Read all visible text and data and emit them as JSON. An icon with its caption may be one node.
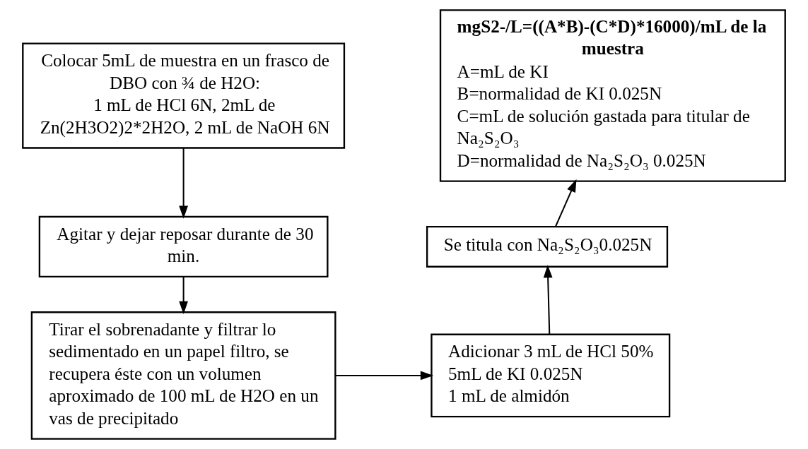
{
  "diagram": {
    "nodes": [
      {
        "text": [
          "Colocar 5mL de muestra en un frasco de DBO con ¾ de H2O:",
          "1 mL de HCl 6N, 2mL de Zn(2H3O2)2*2H2O, 2 mL de NaOH 6N"
        ]
      },
      {
        "text": [
          "Agitar y dejar reposar durante de 30 min."
        ]
      },
      {
        "text": [
          "Tirar el sobrenadante y filtrar lo sedimentado en un papel filtro, se recupera éste con un volumen aproximado de 100 mL de H2O en un vas de precipitado"
        ]
      },
      {
        "text": [
          "Adicionar 3 mL de HCl 50%",
          "5mL de KI 0.025N",
          "1 mL de almidón"
        ]
      },
      {
        "text": [
          "Se titula con Na₂S₂O₃0.025N"
        ]
      },
      {
        "text": [
          "mgS2-/L=((A*B)-(C*D)*16000)/mL de la muestra",
          "A=mL de KI",
          "B=normalidad de KI 0.025N",
          "C=mL de solución gastada para titular de Na₂S₂O₃",
          "D=normalidad de Na₂S₂O₃ 0.025N"
        ]
      }
    ],
    "edges": [
      {
        "from": 0,
        "to": 1,
        "arrow": "to"
      },
      {
        "from": 1,
        "to": 2,
        "arrow": "to"
      },
      {
        "from": 2,
        "to": 3,
        "arrow": "to"
      },
      {
        "from": 3,
        "to": 4,
        "arrow": "to"
      },
      {
        "from": 4,
        "to": 5,
        "arrow": "to"
      }
    ]
  }
}
